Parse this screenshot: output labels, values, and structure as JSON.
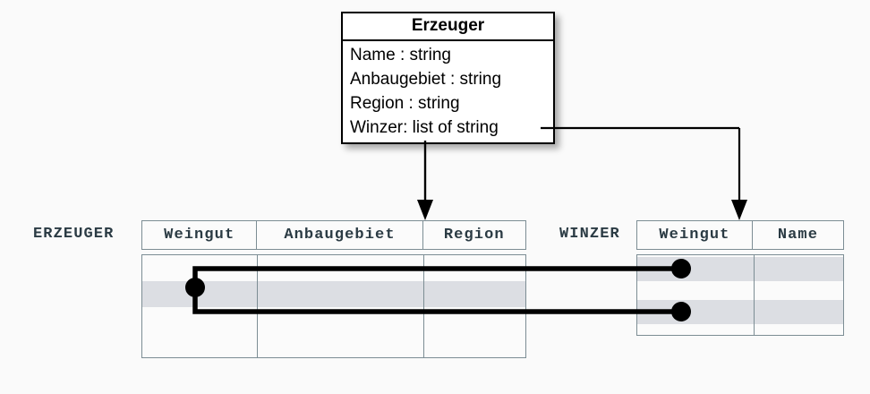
{
  "diagram": {
    "uml_class": {
      "name": "Erzeuger",
      "attributes": [
        "Name : string",
        "Anbaugebiet : string",
        "Region : string",
        "Winzer: list of string"
      ]
    },
    "tables": [
      {
        "label": "ERZEUGER",
        "columns": [
          "Weingut",
          "Anbaugebiet",
          "Region"
        ],
        "row_count": 4,
        "highlighted_rows": [
          2
        ],
        "rows": [
          [
            "",
            "",
            ""
          ],
          [
            "",
            "",
            ""
          ],
          [
            "",
            "",
            ""
          ],
          [
            "",
            "",
            ""
          ]
        ]
      },
      {
        "label": "WINZER",
        "columns": [
          "Weingut",
          "Name"
        ],
        "row_count": 4,
        "highlighted_rows": [
          1,
          3
        ],
        "rows": [
          [
            "",
            ""
          ],
          [
            "",
            ""
          ],
          [
            "",
            ""
          ],
          [
            "",
            ""
          ]
        ]
      }
    ],
    "connectors": [
      {
        "name": "class-to-erzeuger-arrow",
        "from": "Erzeuger class box",
        "to": "ERZEUGER table",
        "style": "arrow"
      },
      {
        "name": "winzer-attribute-to-winzer-table-arrow",
        "from": "Winzer: list of string",
        "to": "WINZER table Weingut column",
        "style": "arrow"
      },
      {
        "name": "erzeuger-row2-to-winzer-row1-link",
        "from": "ERZEUGER row 2 Weingut",
        "to": "WINZER row 1 Weingut",
        "style": "dot-line"
      },
      {
        "name": "erzeuger-row2-to-winzer-row3-link",
        "from": "ERZEUGER row 2 Weingut",
        "to": "WINZER row 3 Weingut",
        "style": "dot-line"
      }
    ],
    "colors": {
      "background": "#fafafa",
      "table_border": "#7c8d94",
      "table_label_text": "#2b3b44",
      "highlight_row": "#dcdee3",
      "class_box_border": "#000000",
      "connector": "#000000"
    }
  }
}
